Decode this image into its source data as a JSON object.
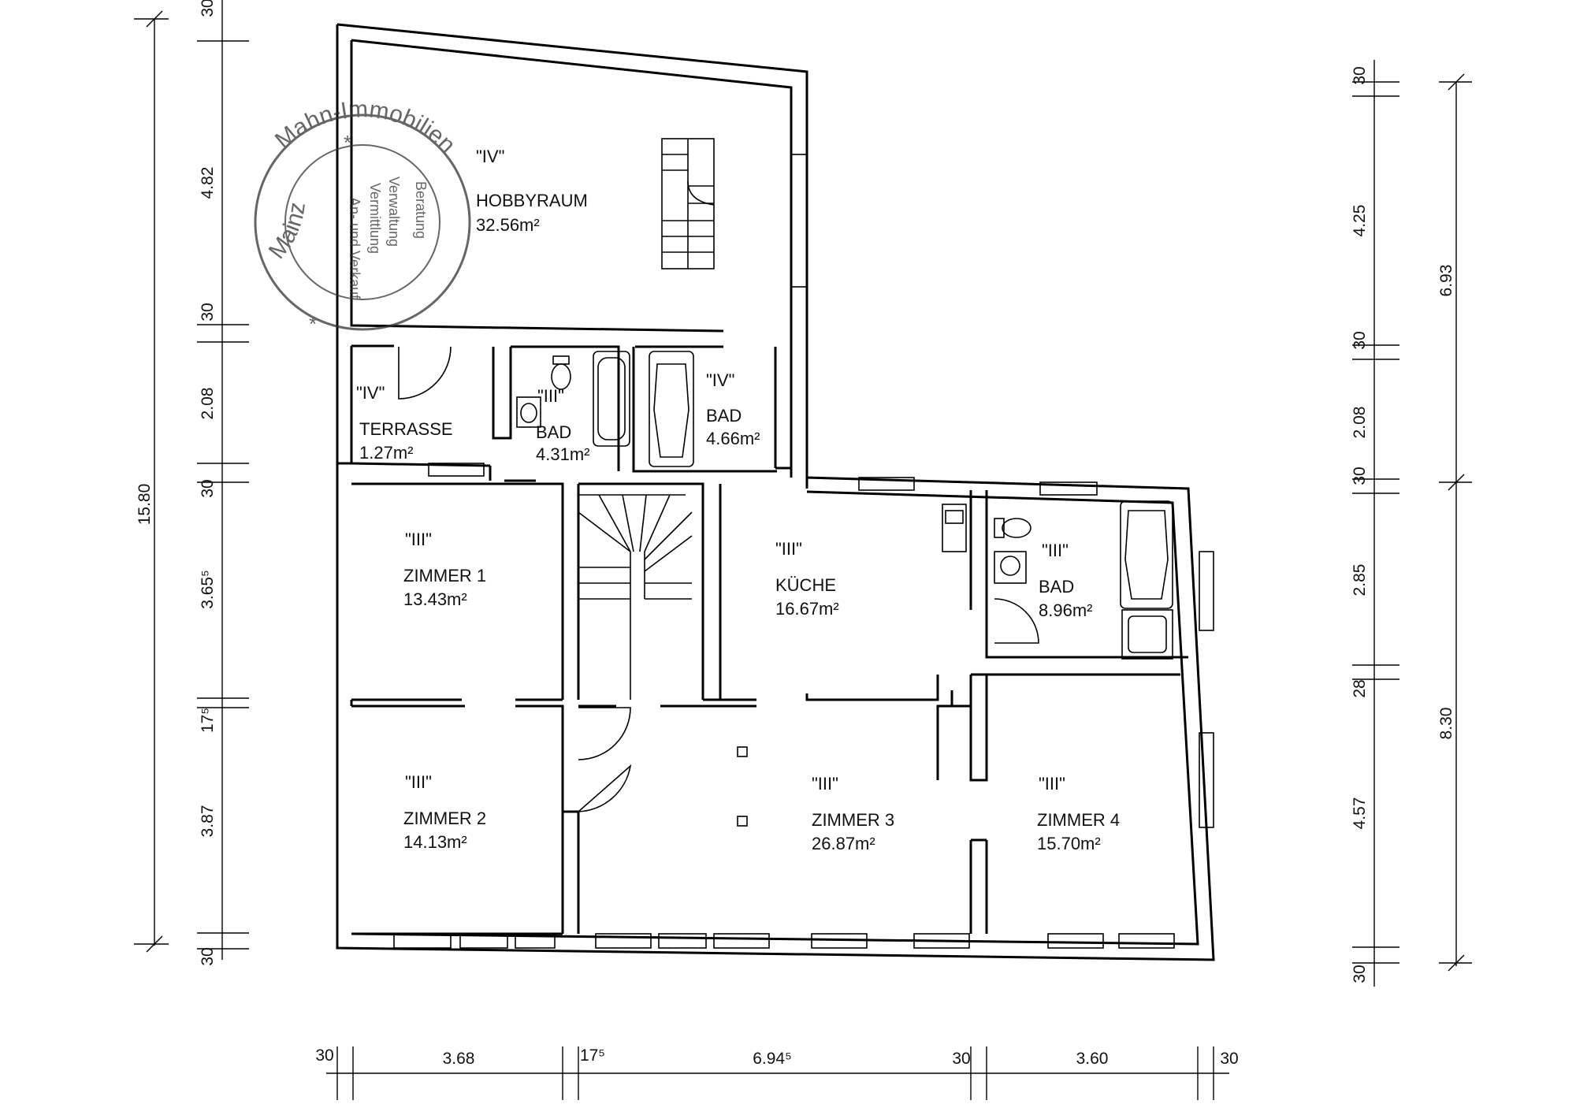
{
  "rooms": {
    "hobbyraum": {
      "tag": "\"IV\"",
      "name": "HOBBYRAUM",
      "area": "32.56m²"
    },
    "terrasse": {
      "tag": "\"IV\"",
      "name": "TERRASSE",
      "area": "1.27m²"
    },
    "bad_small": {
      "tag": "\"III\"",
      "name": "BAD",
      "area": "4.31m²"
    },
    "bad_iv": {
      "tag": "\"IV\"",
      "name": "BAD",
      "area": "4.66m²"
    },
    "zimmer1": {
      "tag": "\"III\"",
      "name": "ZIMMER 1",
      "area": "13.43m²"
    },
    "kueche": {
      "tag": "\"III\"",
      "name": "KÜCHE",
      "area": "16.67m²"
    },
    "bad_right": {
      "tag": "\"III\"",
      "name": "BAD",
      "area": "8.96m²"
    },
    "zimmer2": {
      "tag": "\"III\"",
      "name": "ZIMMER 2",
      "area": "14.13m²"
    },
    "zimmer3": {
      "tag": "\"III\"",
      "name": "ZIMMER 3",
      "area": "26.87m²"
    },
    "zimmer4": {
      "tag": "\"III\"",
      "name": "ZIMMER 4",
      "area": "15.70m²"
    }
  },
  "dimensions": {
    "left_total": "15.80",
    "left": [
      "30",
      "4.82",
      "30",
      "2.08",
      "30",
      "3.65⁵",
      "17⁵",
      "3.87",
      "30"
    ],
    "right_inner": [
      "30",
      "4.25",
      "30",
      "2.08",
      "30",
      "2.85",
      "28",
      "4.57",
      "30"
    ],
    "right_outer": [
      "6.93",
      "8.30"
    ],
    "bottom": [
      "30",
      "3.68",
      "17⁵",
      "6.94⁵",
      "30",
      "3.60",
      "30"
    ]
  },
  "stamp": {
    "company": "Mahn-Immobilien",
    "city": "Mainz",
    "services": [
      "Beratung",
      "Verwaltung",
      "Vermittlung",
      "An- und Verkauf"
    ]
  }
}
